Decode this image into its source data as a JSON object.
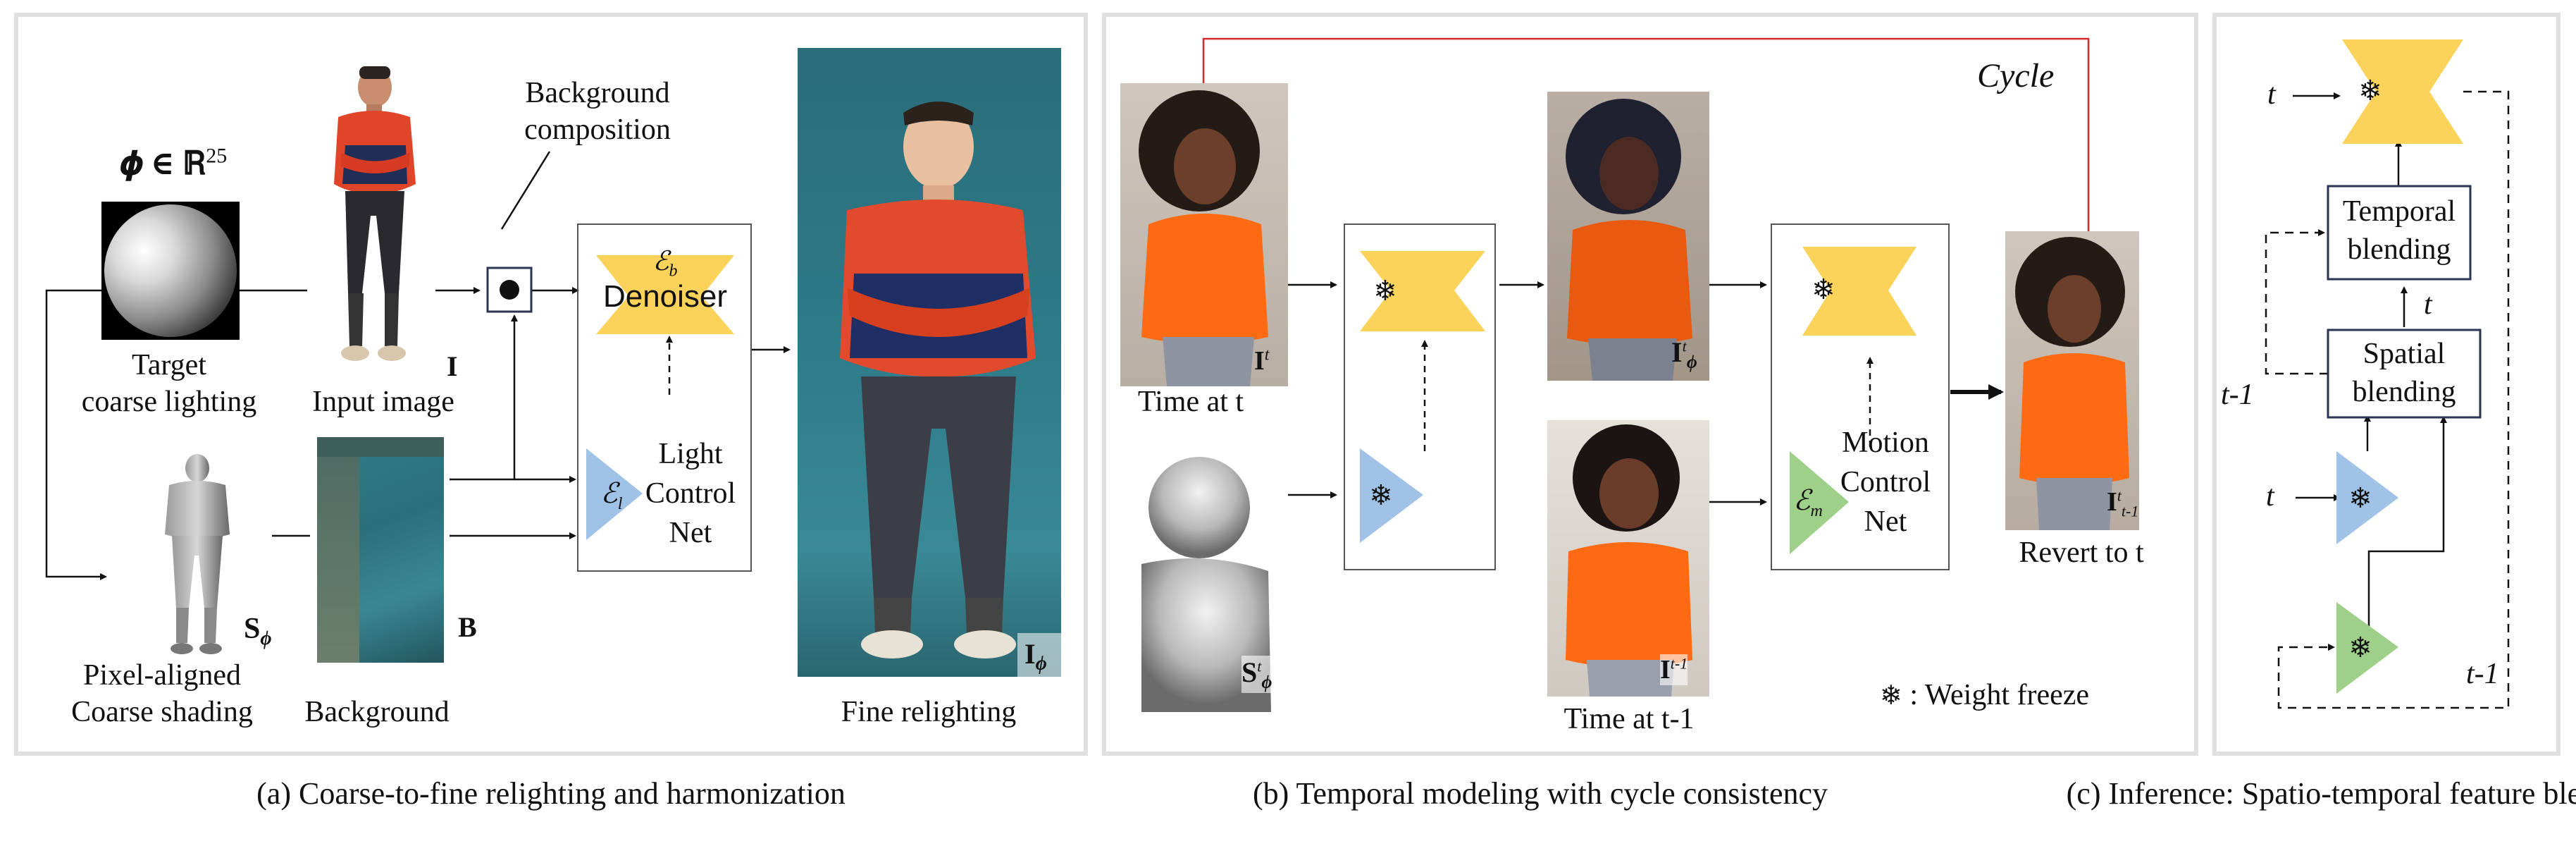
{
  "panel_a": {
    "phi_label": "𝝓 ∈ ℝ",
    "phi_sup": "25",
    "target_label_1": "Target",
    "target_label_2": "coarse lighting",
    "input_letter": "I",
    "input_label": "Input image",
    "bg_comp_1": "Background",
    "bg_comp_2": "composition",
    "eb_symbol": "ℰ",
    "eb_sub": "b",
    "denoiser": "Denoiser",
    "el_symbol": "ℰ",
    "el_sub": "l",
    "light_1": "Light",
    "light_2": "Control",
    "light_3": "Net",
    "s_letter": "S",
    "s_sub": "ϕ",
    "pix_label_1": "Pixel-aligned",
    "pix_label_2": "Coarse shading",
    "b_letter": "B",
    "bg_label": "Background",
    "iphi_letter": "I",
    "iphi_sub": "ϕ",
    "fine_label": "Fine relighting"
  },
  "panel_b": {
    "cycle": "Cycle",
    "it_letter": "I",
    "it_sup": "t",
    "time_t": "Time at t",
    "iphit_letter": "I",
    "iphit_sup": "t",
    "iphit_sub": "ϕ",
    "sphit_letter": "S",
    "sphit_sup": "t",
    "sphit_sub": "ϕ",
    "itm1_letter": "I",
    "itm1_sup": "t-1",
    "time_tm1": "Time at t-1",
    "em_symbol": "ℰ",
    "em_sub": "m",
    "motion_1": "Motion",
    "motion_2": "Control",
    "motion_3": "Net",
    "revert_letter": "I",
    "revert_sup": "t",
    "revert_sub": "t-1",
    "revert_label": "Revert to t",
    "freeze_symbol": "❄",
    "freeze_label": ": Weight freeze"
  },
  "panel_c": {
    "t_top": "t",
    "temporal_1": "Temporal",
    "temporal_2": "blending",
    "t_mid": "t",
    "spatial_1": "Spatial",
    "spatial_2": "blending",
    "tm1_left": "t-1",
    "t_blue": "t",
    "tm1_bottom": "t-1"
  },
  "captions": {
    "a": "(a) Coarse-to-fine relighting and harmonization",
    "b": "(b) Temporal modeling with cycle consistency",
    "c": "(c) Inference: Spatio-temporal feature blending"
  },
  "colors": {
    "yellow": "#fbd25a",
    "blue": "#9fc2e6",
    "green": "#9fd089",
    "red": "#d62a2a",
    "panel_border": "#e0e0e0",
    "box_border": "#4a5878"
  }
}
